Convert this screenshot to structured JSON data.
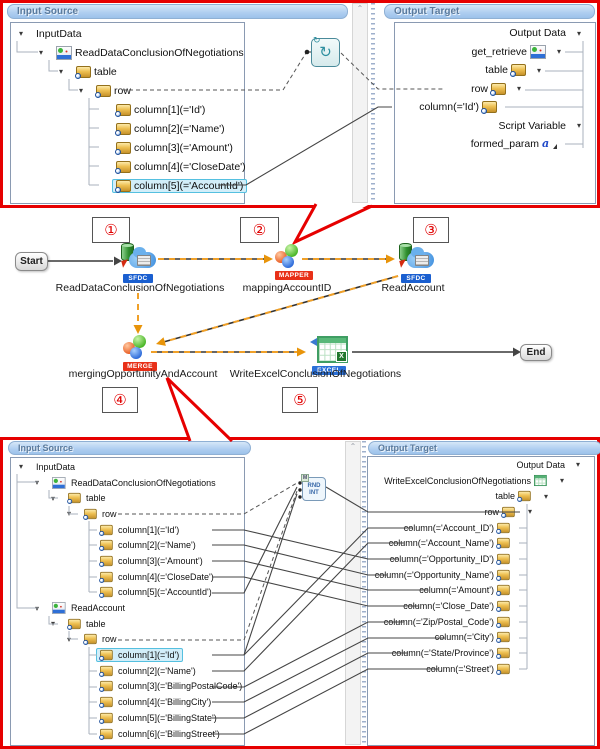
{
  "colors": {
    "panel_border": "#e60000",
    "selection_fill": "#d2eef9",
    "selection_border": "#55c0e0",
    "flow_dash_orange": "#f0a028",
    "sfdc_badge": "#1a5fd0",
    "mapper_badge": "#e83018",
    "excel_badge": "#2a70d8"
  },
  "top_mapping": {
    "input_source": {
      "title": "Input Source",
      "tree": [
        {
          "label": "InputData",
          "level": 0,
          "expander": true
        },
        {
          "label": "ReadDataConclusionOfNegotiations",
          "level": 1,
          "icon": "adapter",
          "expander": true
        },
        {
          "label": "table",
          "level": 2,
          "icon": "table",
          "expander": true
        },
        {
          "label": "row",
          "level": 3,
          "icon": "table",
          "expander": true
        },
        {
          "label": "column[1](='Id')",
          "level": 4,
          "icon": "column"
        },
        {
          "label": "column[2](='Name')",
          "level": 4,
          "icon": "column"
        },
        {
          "label": "column[3](='Amount')",
          "level": 4,
          "icon": "column"
        },
        {
          "label": "column[4](='CloseDate')",
          "level": 4,
          "icon": "column"
        },
        {
          "label": "column[5](='AccountId')",
          "level": 4,
          "icon": "column",
          "selected": true
        }
      ]
    },
    "output_target": {
      "title": "Output Target",
      "tree": [
        {
          "label": "Output Data",
          "level": 0,
          "dropdown": true
        },
        {
          "label": "get_retrieve",
          "level": 1,
          "icon": "adapter",
          "dropdown": true
        },
        {
          "label": "table",
          "level": 2,
          "icon": "table",
          "dropdown": true
        },
        {
          "label": "row",
          "level": 3,
          "icon": "table",
          "dropdown": true
        },
        {
          "label": "column(='Id')",
          "level": 4,
          "icon": "column"
        },
        {
          "label": "Script Variable",
          "level": 0,
          "dropdown": true
        },
        {
          "label": "formed_param",
          "level": 1,
          "icon": "string"
        }
      ]
    }
  },
  "flow": {
    "start_label": "Start",
    "end_label": "End",
    "nodes": [
      {
        "label": "ReadDataConclusionOfNegotiations",
        "badge": "SFDC",
        "number": "①",
        "type": "salesforce"
      },
      {
        "label": "mappingAccountID",
        "badge": "MAPPER",
        "number": "②",
        "type": "mapper"
      },
      {
        "label": "ReadAccount",
        "badge": "SFDC",
        "number": "③",
        "type": "salesforce"
      },
      {
        "label": "mergingOpportunityAndAccount",
        "badge": "MERGE",
        "number": "④",
        "type": "merge"
      },
      {
        "label": "WriteExcelConclusionOfNegotiations",
        "badge": "EXCEL",
        "number": "⑤",
        "type": "excel"
      }
    ]
  },
  "bottom_mapping": {
    "input_source": {
      "title": "Input Source",
      "tree": [
        {
          "label": "InputData",
          "level": 0,
          "expander": true
        },
        {
          "label": "ReadDataConclusionOfNegotiations",
          "level": 1,
          "icon": "adapter",
          "expander": true
        },
        {
          "label": "table",
          "level": 2,
          "icon": "table",
          "expander": true
        },
        {
          "label": "row",
          "level": 3,
          "icon": "table",
          "expander": true
        },
        {
          "label": "column[1](='Id')",
          "level": 4,
          "icon": "column"
        },
        {
          "label": "column[2](='Name')",
          "level": 4,
          "icon": "column"
        },
        {
          "label": "column[3](='Amount')",
          "level": 4,
          "icon": "column"
        },
        {
          "label": "column[4](='CloseDate')",
          "level": 4,
          "icon": "column"
        },
        {
          "label": "column[5](='AccountId')",
          "level": 4,
          "icon": "column"
        },
        {
          "label": "ReadAccount",
          "level": 1,
          "icon": "adapter",
          "expander": true
        },
        {
          "label": "table",
          "level": 2,
          "icon": "table",
          "expander": true
        },
        {
          "label": "row",
          "level": 3,
          "icon": "table",
          "expander": true
        },
        {
          "label": "column[1](='Id')",
          "level": 4,
          "icon": "column",
          "selected": true
        },
        {
          "label": "column[2](='Name')",
          "level": 4,
          "icon": "column"
        },
        {
          "label": "column[3](='BillingPostalCode')",
          "level": 4,
          "icon": "column"
        },
        {
          "label": "column[4](='BillingCity')",
          "level": 4,
          "icon": "column"
        },
        {
          "label": "column[5](='BillingState')",
          "level": 4,
          "icon": "column"
        },
        {
          "label": "column[6](='BillingStreet')",
          "level": 4,
          "icon": "column"
        }
      ]
    },
    "output_target": {
      "title": "Output Target",
      "tree": [
        {
          "label": "Output Data",
          "level": 0,
          "dropdown": true
        },
        {
          "label": "WriteExcelConclusionOfNegotiations",
          "level": 1,
          "icon": "excel",
          "dropdown": true
        },
        {
          "label": "table",
          "level": 2,
          "icon": "table",
          "dropdown": true
        },
        {
          "label": "row",
          "level": 3,
          "icon": "table",
          "dropdown": true
        },
        {
          "label": "column(='Account_ID')",
          "level": 4,
          "icon": "column"
        },
        {
          "label": "column(='Account_Name')",
          "level": 4,
          "icon": "column"
        },
        {
          "label": "column(='Opportunity_ID')",
          "level": 4,
          "icon": "column"
        },
        {
          "label": "column(='Opportunity_Name')",
          "level": 4,
          "icon": "column"
        },
        {
          "label": "column(='Amount')",
          "level": 4,
          "icon": "column"
        },
        {
          "label": "column(='Close_Date')",
          "level": 4,
          "icon": "column"
        },
        {
          "label": "column(='Zip/Postal_Code')",
          "level": 4,
          "icon": "column"
        },
        {
          "label": "column(='City')",
          "level": 4,
          "icon": "column"
        },
        {
          "label": "column(='State/Province')",
          "level": 4,
          "icon": "column"
        },
        {
          "label": "column(='Street')",
          "level": 4,
          "icon": "column"
        }
      ]
    },
    "function_node": {
      "tab": "M",
      "line1": "RND",
      "line2": "INT"
    }
  }
}
